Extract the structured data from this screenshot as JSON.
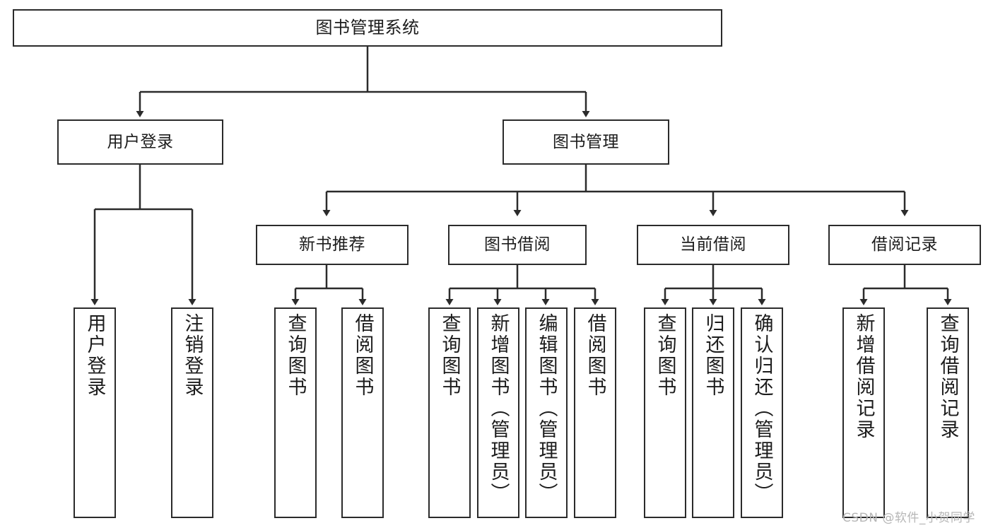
{
  "diagram": {
    "title": "图书管理系统",
    "type": "hierarchy-tree",
    "colors": {
      "stroke": "#2b2b2b",
      "fill": "#ffffff",
      "text": "#1c1c1c",
      "watermark": "#b6b6b6"
    },
    "root": {
      "label": "图书管理系统"
    },
    "level1": [
      {
        "label": "用户登录"
      },
      {
        "label": "图书管理"
      }
    ],
    "level2": [
      {
        "label": "新书推荐"
      },
      {
        "label": "图书借阅"
      },
      {
        "label": "当前借阅"
      },
      {
        "label": "借阅记录"
      }
    ],
    "leaves": {
      "user_login": [
        {
          "label": "用户登录"
        },
        {
          "label": "注销登录"
        }
      ],
      "new_book_recommend": [
        {
          "label": "查询图书"
        },
        {
          "label": "借阅图书"
        }
      ],
      "book_borrow": [
        {
          "label": "查询图书"
        },
        {
          "label": "新增图书（管理员）"
        },
        {
          "label": "编辑图书（管理员）"
        },
        {
          "label": "借阅图书"
        }
      ],
      "current_borrow": [
        {
          "label": "查询图书"
        },
        {
          "label": "归还图书"
        },
        {
          "label": "确认归还（管理员）"
        }
      ],
      "borrow_record": [
        {
          "label": "新增借阅记录"
        },
        {
          "label": "查询借阅记录"
        }
      ]
    },
    "watermark": "CSDN @软件_小贺同学"
  }
}
